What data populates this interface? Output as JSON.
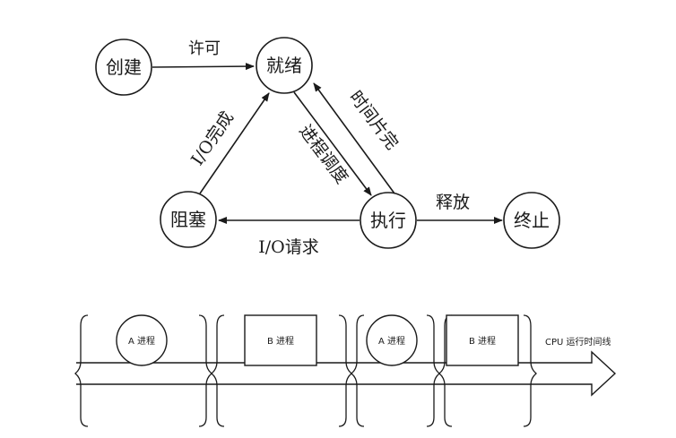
{
  "states": {
    "create": "创建",
    "ready": "就绪",
    "blocked": "阻塞",
    "running": "执行",
    "terminate": "终止"
  },
  "transitions": {
    "permit": "许可",
    "io_complete": "I/O完成",
    "schedule": "进程调度",
    "time_slice_done": "时间片完",
    "io_request": "I/O请求",
    "release": "释放"
  },
  "timeline": {
    "label": "CPU 运行时间线",
    "segments": [
      {
        "label": "A 进程",
        "shape": "circle"
      },
      {
        "label": "B 进程",
        "shape": "rect"
      },
      {
        "label": "A 进程",
        "shape": "circle"
      },
      {
        "label": "B 进程",
        "shape": "rect"
      }
    ]
  },
  "colors": {
    "stroke": "#1a1a1a",
    "background": "#ffffff"
  }
}
